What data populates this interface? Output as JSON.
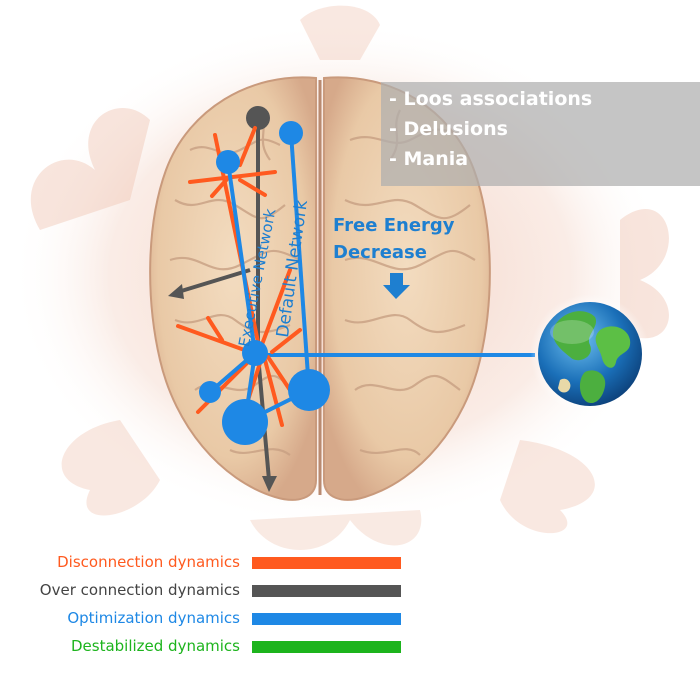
{
  "symptoms": [
    "- Loos associations",
    "- Delusions",
    "- Mania"
  ],
  "free_energy": {
    "line1": "Free Energy",
    "line2": "Decrease"
  },
  "networks": {
    "executive": "Executive Network",
    "default": "Default Network"
  },
  "legend": [
    {
      "label": "Disconnection dynamics",
      "color": "#ff5a1f"
    },
    {
      "label": "Over connection dynamics",
      "color": "#555555"
    },
    {
      "label": "Optimization dynamics",
      "color": "#1e88e5"
    },
    {
      "label": "Destabilized dynamics",
      "color": "#1db41d"
    }
  ],
  "colors": {
    "orange": "#ff5a1f",
    "gray": "#555555",
    "blue": "#1e88e5",
    "green": "#1db41d",
    "text_blue": "#1e7fd0"
  },
  "icons": {
    "globe": "earth-globe-icon",
    "arrow": "down-arrow-icon"
  }
}
